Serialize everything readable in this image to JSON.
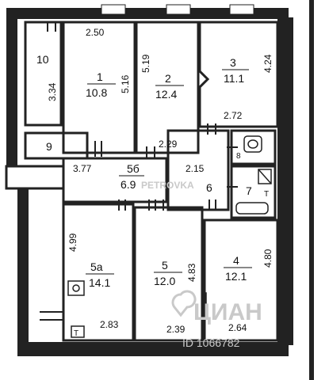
{
  "watermarks": {
    "agency": "PETROVKA",
    "brand": "ЦИАН",
    "listing_id": "ID 1066782"
  },
  "rooms": [
    {
      "id": "10",
      "number": "10",
      "area": "",
      "dims": [
        "3.34"
      ]
    },
    {
      "id": "1",
      "number": "1",
      "area": "10.8",
      "dims": [
        "2.50",
        "5.16"
      ]
    },
    {
      "id": "2",
      "number": "2",
      "area": "12.4",
      "dims": [
        "5.19",
        "2.29"
      ]
    },
    {
      "id": "3",
      "number": "3",
      "area": "11.1",
      "dims": [
        "4.24",
        "2.72"
      ]
    },
    {
      "id": "9",
      "number": "9",
      "area": "",
      "dims": []
    },
    {
      "id": "8",
      "number": "8",
      "area": "",
      "dims": []
    },
    {
      "id": "5b",
      "number": "5б",
      "area": "6.9",
      "dims": [
        "3.77"
      ]
    },
    {
      "id": "6",
      "number": "6",
      "area": "",
      "dims": [
        "2.15"
      ]
    },
    {
      "id": "7",
      "number": "7",
      "area": "",
      "dims": []
    },
    {
      "id": "5a",
      "number": "5а",
      "area": "14.1",
      "dims": [
        "4.99",
        "2.83"
      ]
    },
    {
      "id": "5",
      "number": "5",
      "area": "12.0",
      "dims": [
        "4.83",
        "2.39"
      ]
    },
    {
      "id": "4",
      "number": "4",
      "area": "12.1",
      "dims": [
        "4.80",
        "2.64"
      ]
    }
  ],
  "fixtures": {
    "elevator_mark": "T",
    "shower_mark": "T"
  }
}
